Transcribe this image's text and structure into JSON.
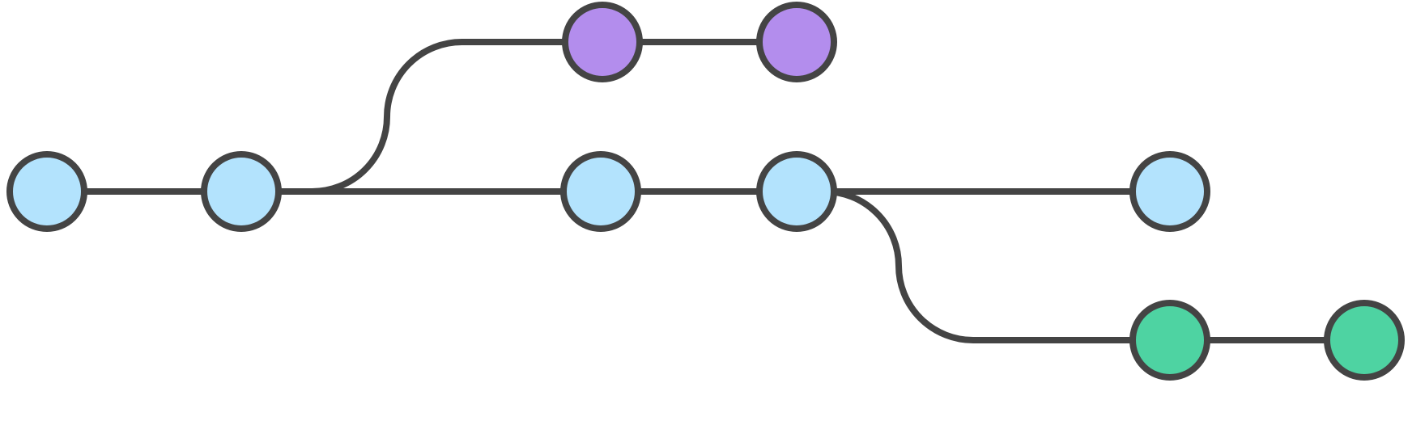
{
  "colors": {
    "stroke": "#444444",
    "main": "#b3e3fd",
    "feature_top": "#b38ded",
    "feature_bottom": "#4ed3a2",
    "background": "#ffffff"
  },
  "branches": [
    {
      "id": "main",
      "color_key": "main",
      "lane": 1,
      "commits": [
        0,
        1,
        2,
        3,
        4
      ]
    },
    {
      "id": "feature-top",
      "color_key": "feature_top",
      "lane": 0,
      "commits": [
        2,
        3
      ],
      "forks_from_commit": 1
    },
    {
      "id": "feature-bottom",
      "color_key": "feature_bottom",
      "lane": 2,
      "commits": [
        4,
        5
      ],
      "forks_from_commit": 3
    }
  ]
}
